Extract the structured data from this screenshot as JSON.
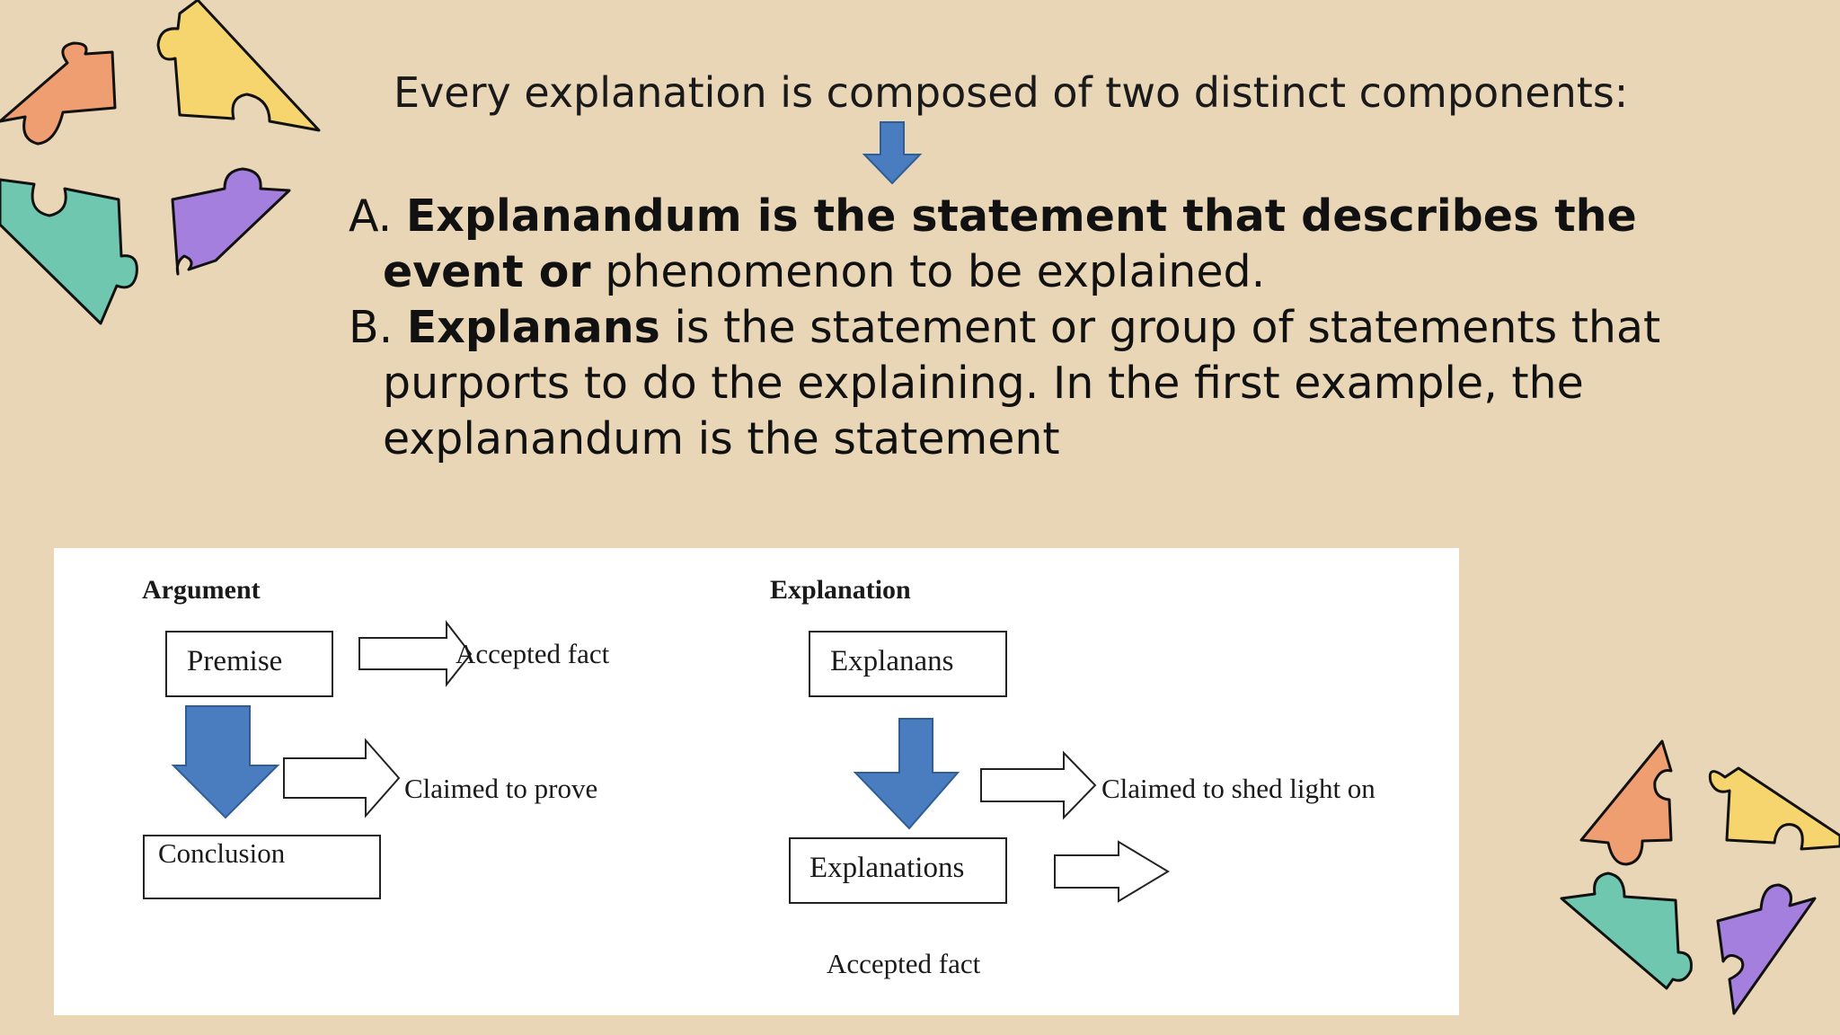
{
  "slide": {
    "intro": "Every explanation is composed of two distinct components:",
    "point_a": {
      "marker": "A.",
      "bold": "Explanandum is the statement that describes the event or",
      "rest": "phenomenon to be explained."
    },
    "point_b": {
      "marker": "B.",
      "bold": "Explanans",
      "rest": "is the statement or group of statements that purports to do the explaining. In the first example, the explanandum is the statement"
    }
  },
  "diagram": {
    "argument": {
      "heading": "Argument",
      "premise": "Premise",
      "accepted_fact": "Accepted fact",
      "claimed": "Claimed to prove",
      "conclusion": "Conclusion"
    },
    "explanation": {
      "heading": "Explanation",
      "explanans": "Explanans",
      "claimed": "Claimed to shed light on",
      "explanations": "Explanations",
      "accepted_fact": "Accepted fact"
    }
  },
  "colors": {
    "background": "#e8d6b6",
    "arrow_blue": "#4a7dbf",
    "puzzle_orange": "#ef9e72",
    "puzzle_yellow": "#f6d56f",
    "puzzle_teal": "#6fc7b0",
    "puzzle_purple": "#a47fdd"
  }
}
